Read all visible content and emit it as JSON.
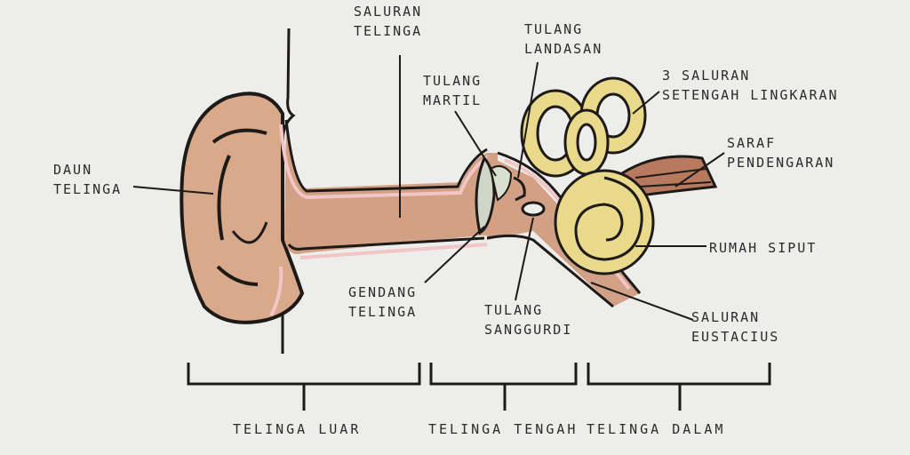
{
  "labels": {
    "daun_telinga": [
      "DAUN",
      "TELINGA"
    ],
    "saluran_telinga": [
      "SALURAN",
      "TELINGA"
    ],
    "tulang_martil": [
      "TULANG",
      "MARTIL"
    ],
    "tulang_landasan": [
      "TULANG",
      "LANDASAN"
    ],
    "saluran_setengah_lingkaran": [
      "3 SALURAN",
      "SETENGAH LINGKARAN"
    ],
    "saraf_pendengaran": [
      "SARAF",
      "PENDENGARAN"
    ],
    "rumah_siput": "RUMAH  SIPUT",
    "gendang_telinga": [
      "GENDANG",
      "TELINGA"
    ],
    "tulang_sanggurdi": [
      "TULANG",
      "SANGGURDI"
    ],
    "saluran_eustacius": [
      "SALURAN",
      "EUSTACIUS"
    ]
  },
  "sections": {
    "luar": "TELINGA LUAR",
    "tengah": "TELINGA TENGAH",
    "dalam": "TELINGA DALAM"
  },
  "colors": {
    "skin": "#d9a98c",
    "skin_dark": "#c2876a",
    "canal_lining": "#f2c6c6",
    "bone_yellow": "#e9d98a",
    "eardrum": "#cfd6c8",
    "nerve": "#b77a5e",
    "ink": "#1e1a18"
  }
}
